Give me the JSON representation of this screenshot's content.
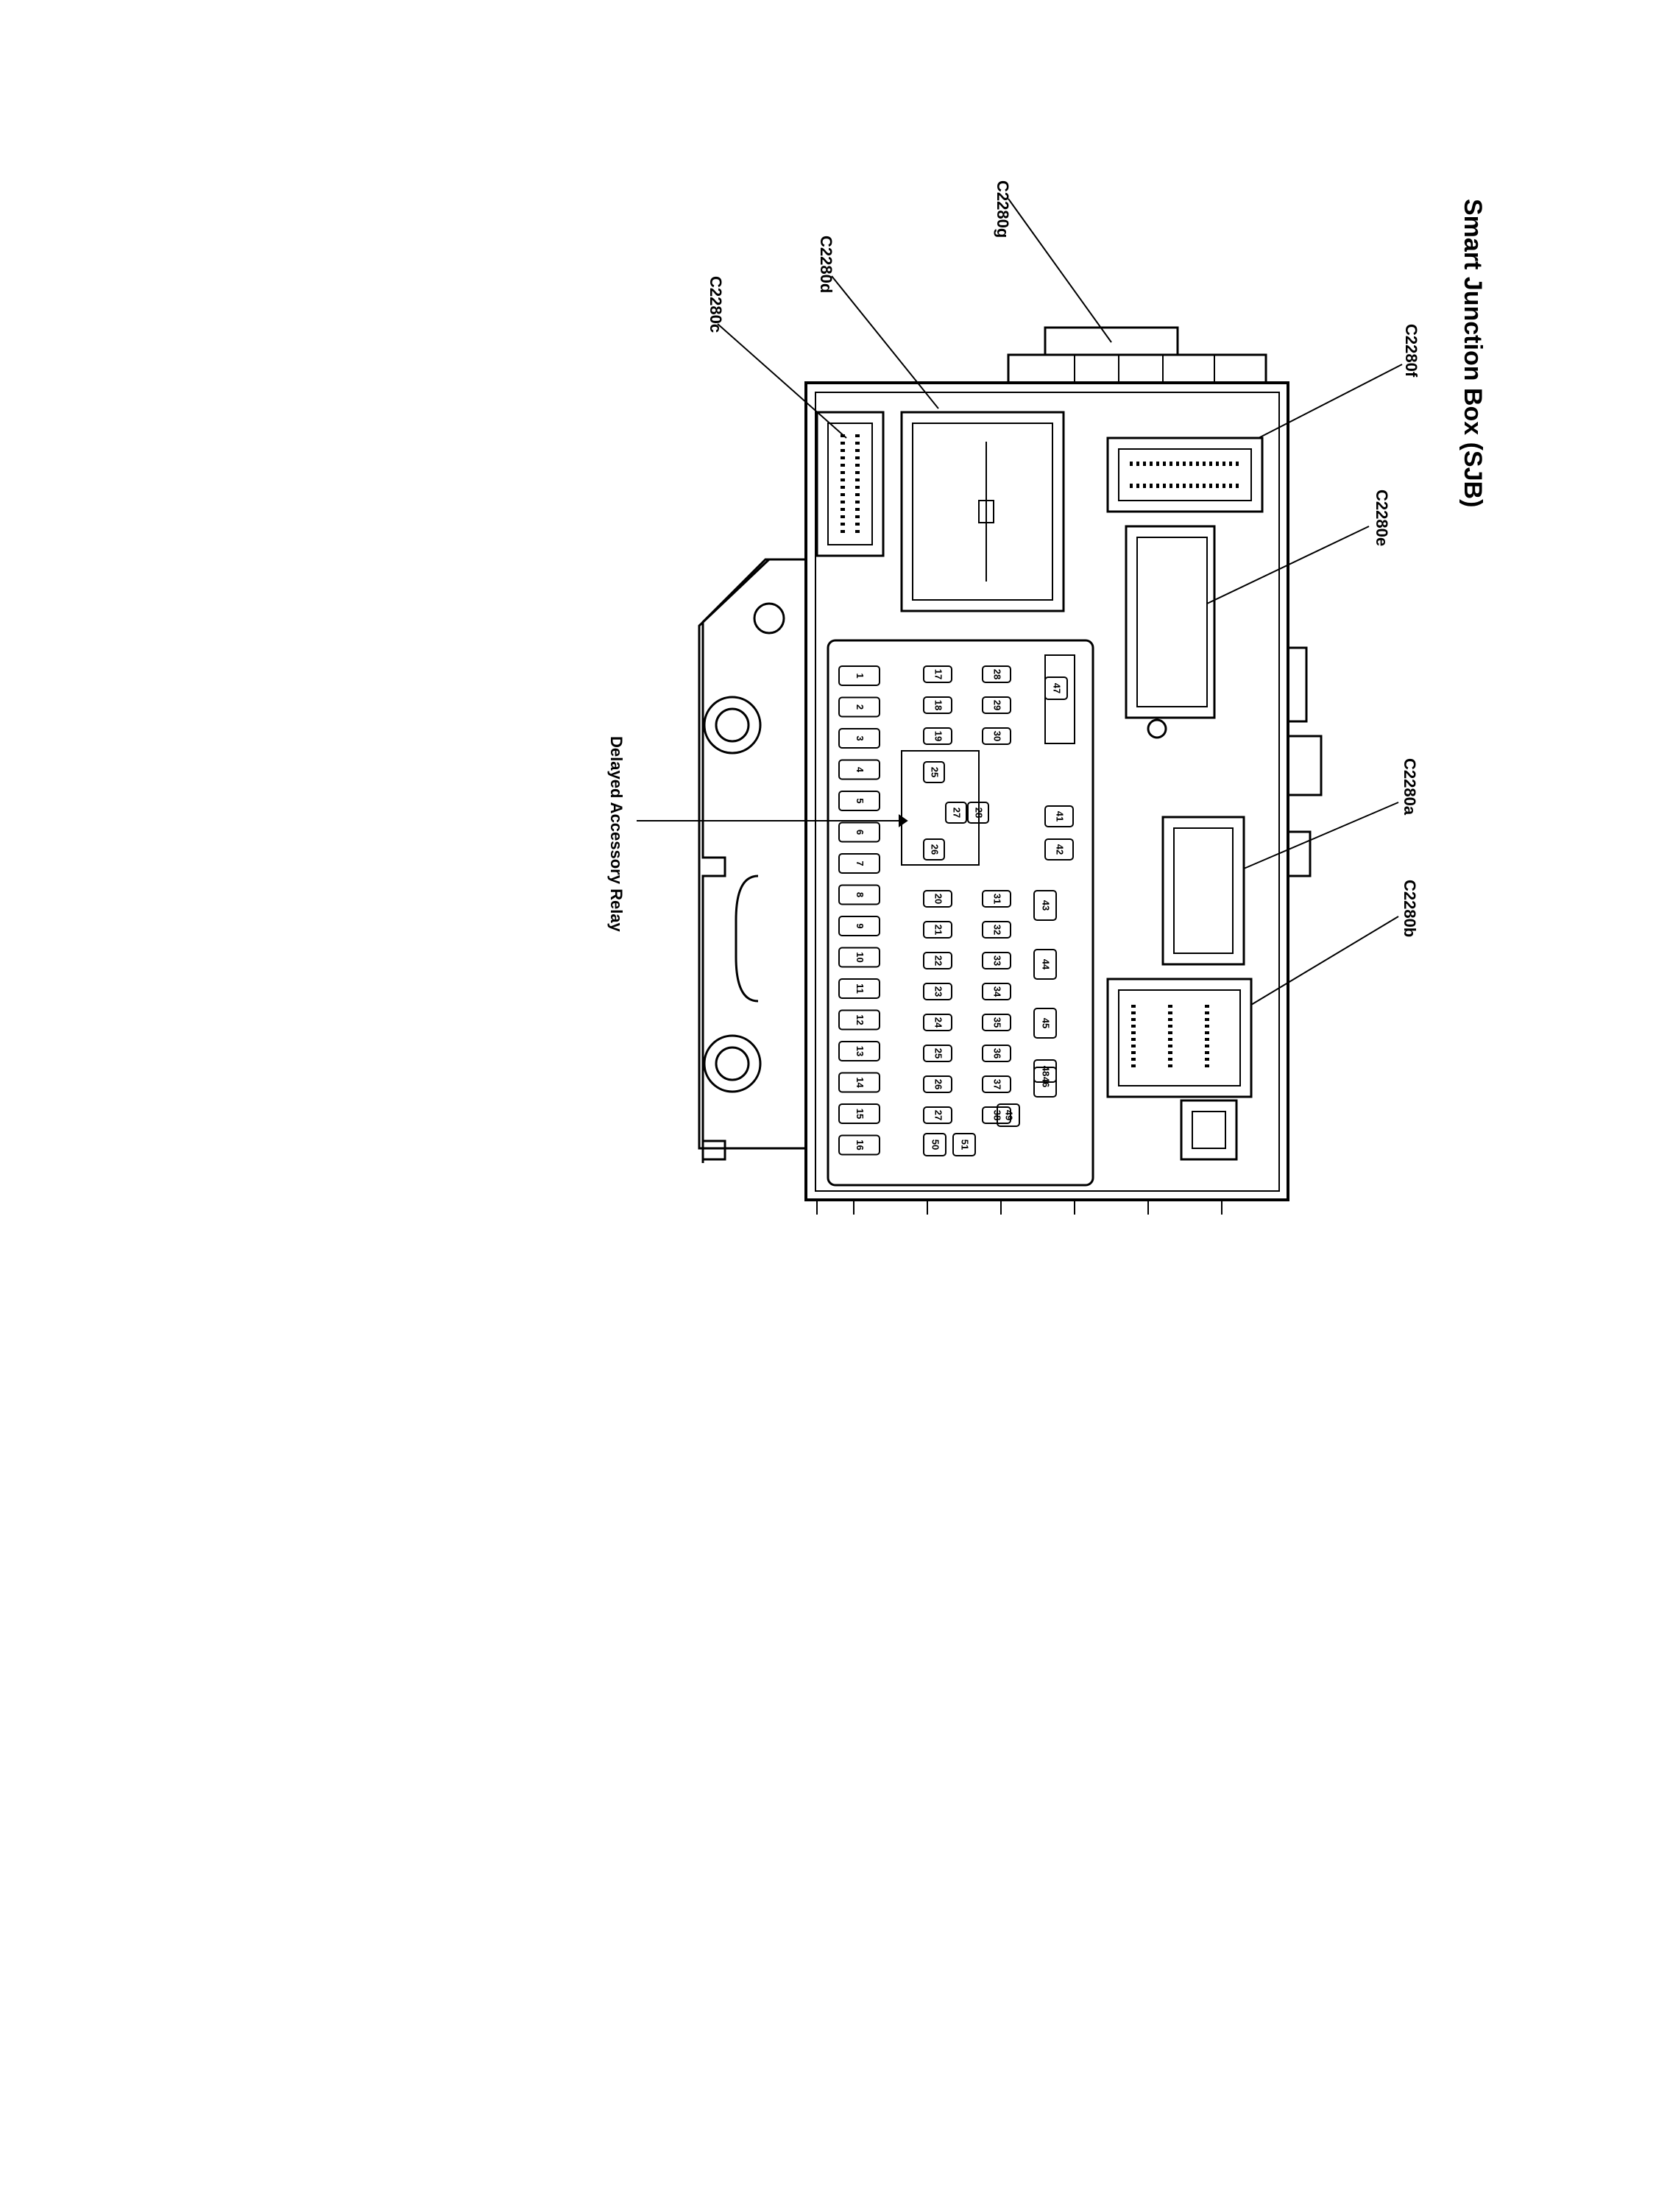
{
  "title": "Smart Junction Box (SJB)",
  "labels": {
    "c2280c": "C2280c",
    "c2280d": "C2280d",
    "c2280g": "C2280g",
    "c2280f": "C2280f",
    "c2280e": "C2280e",
    "c2280a": "C2280a",
    "c2280b": "C2280b",
    "delayed_relay": "Delayed Accessory Relay"
  },
  "fuses": {
    "col1": [
      "1",
      "2",
      "3",
      "4",
      "5",
      "6",
      "7",
      "8",
      "9",
      "10",
      "11",
      "12",
      "13",
      "14",
      "15",
      "16"
    ],
    "col2a": [
      "17",
      "18",
      "19"
    ],
    "col2b": [
      "20",
      "21",
      "22",
      "23",
      "24",
      "25",
      "26",
      "27"
    ],
    "col3a": [
      "28",
      "29",
      "30"
    ],
    "col3b": [
      "31",
      "32",
      "33",
      "34",
      "35",
      "36",
      "37",
      "38"
    ],
    "relay": [
      "25",
      "26",
      "27",
      "28"
    ],
    "small": [
      "41",
      "42"
    ],
    "col4": [
      "43",
      "44",
      "45",
      "46"
    ],
    "extra": [
      "47",
      "48",
      "49",
      "50",
      "51"
    ]
  }
}
